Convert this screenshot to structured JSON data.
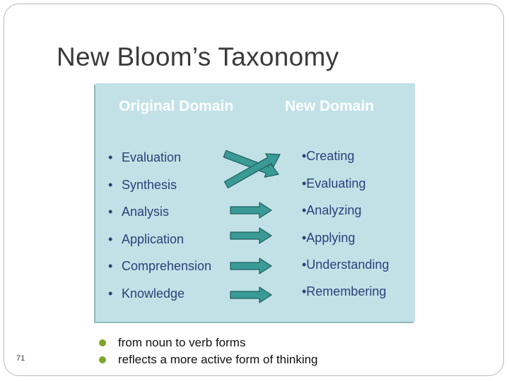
{
  "slide": {
    "title": "New Bloom’s Taxonomy",
    "page_number": "71"
  },
  "diagram": {
    "original_header": "Original Domain",
    "new_header": "New Domain",
    "original_levels": [
      "Evaluation",
      "Synthesis",
      "Analysis",
      "Application",
      "Comprehension",
      "Knowledge"
    ],
    "new_levels": [
      "•Creating",
      "•Evaluating",
      "•Analyzing",
      "•Applying",
      "•Understanding",
      "•Remembering"
    ],
    "bullet_glyph": "•",
    "arrow_color": "#3a9a95",
    "arrow_outline": "#1f5f5c",
    "panel_color": "#c1e1e7",
    "text_color": "#2e3e78"
  },
  "notes": [
    "from noun to verb forms",
    "reflects a more active form of thinking"
  ],
  "colors": {
    "bullet_green": "#83a329"
  }
}
